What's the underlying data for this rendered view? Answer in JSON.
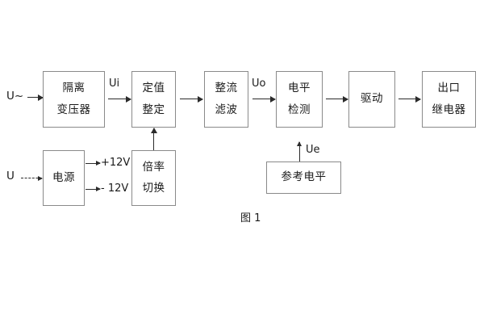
{
  "figure": {
    "caption": "图 1",
    "blocks": {
      "isolation_transformer": {
        "line1": "隔离",
        "line2": "变压器"
      },
      "setting_value": {
        "line1": "定值",
        "line2": "整定"
      },
      "rectify_filter": {
        "line1": "整流",
        "line2": "滤波"
      },
      "level_detect": {
        "line1": "电平",
        "line2": "检测"
      },
      "drive": {
        "line1": "驱动"
      },
      "output_relay": {
        "line1": "出口",
        "line2": "继电器"
      },
      "power_supply": {
        "line1": "电源"
      },
      "ratio_switch": {
        "line1": "倍率",
        "line2": "切换"
      },
      "reference_level": {
        "line1": "参考电平"
      }
    },
    "labels": {
      "input_ac": "U~",
      "input_dc": "U",
      "signal_ui": "Ui",
      "signal_uo": "Uo",
      "signal_ue": "Ue",
      "rail_positive": "+12V",
      "rail_negative": "- 12V"
    },
    "colors": {
      "block_border": "#8a8a8a",
      "connector": "#2b2b2b",
      "text": "#1a1a1a",
      "background": "#ffffff"
    }
  }
}
